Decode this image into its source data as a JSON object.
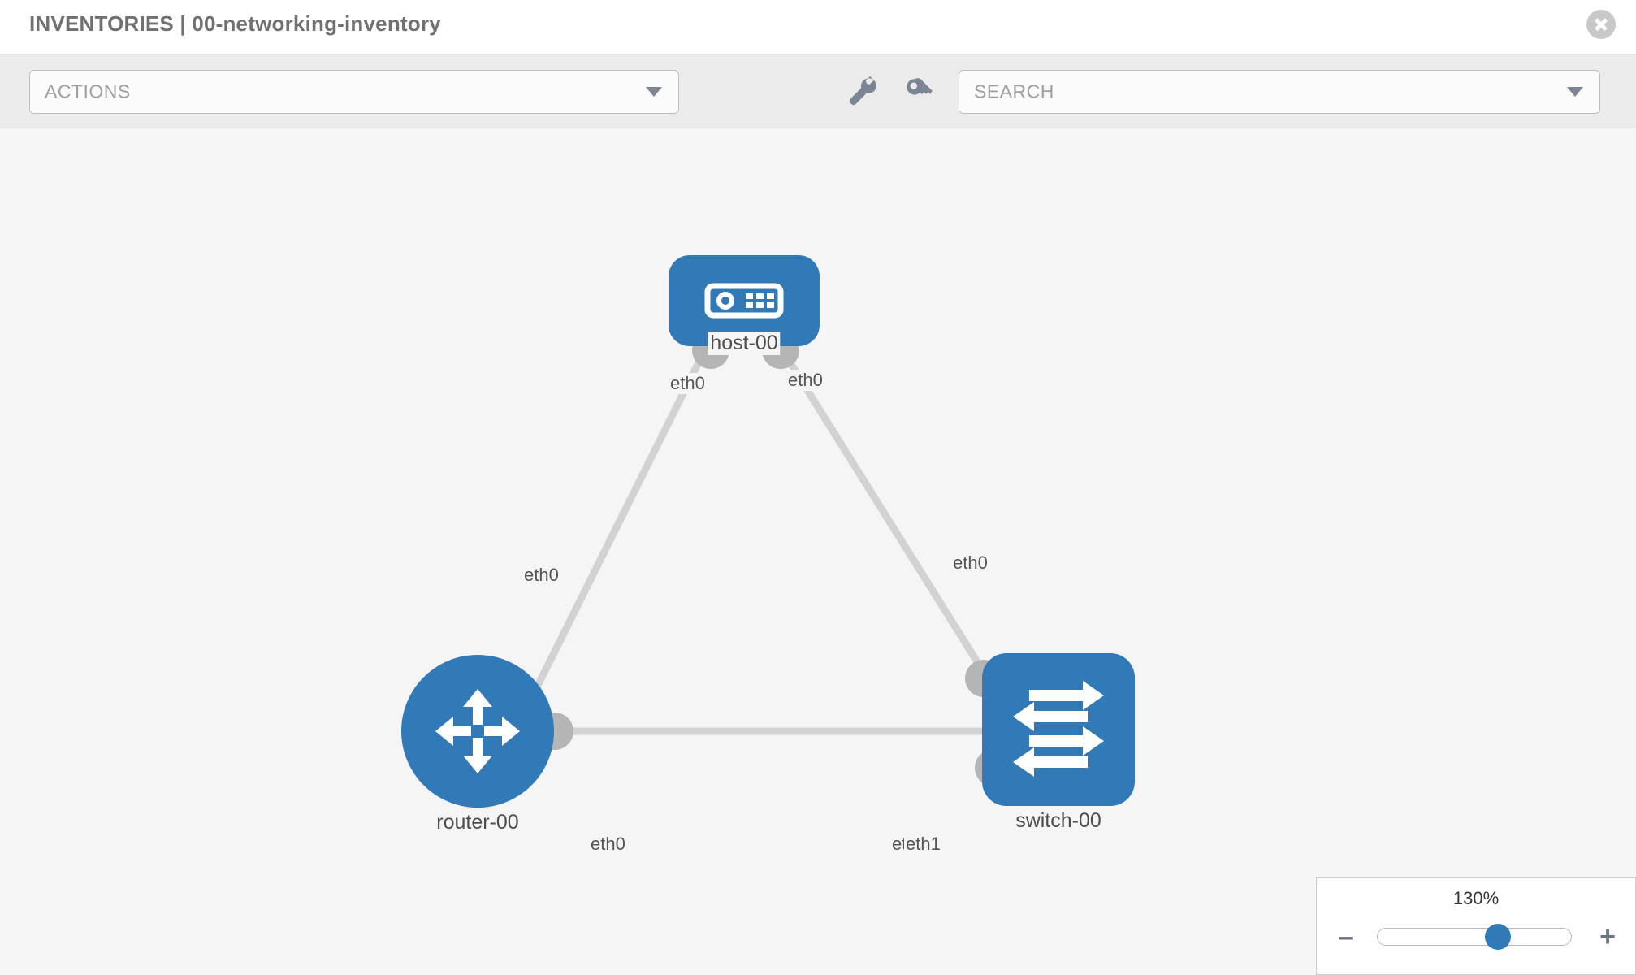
{
  "header": {
    "title": "INVENTORIES | 00-networking-inventory",
    "close_label": "×"
  },
  "toolbar": {
    "actions_label": "ACTIONS",
    "search_placeholder": "SEARCH",
    "wrench_icon": "wrench-icon",
    "key_icon": "key-icon",
    "caret_icon": "chevron-down-icon"
  },
  "topology": {
    "nodes": [
      {
        "id": "host-00",
        "label": "host-00",
        "type": "host",
        "shape": "rounded-rect",
        "icon": "server-icon"
      },
      {
        "id": "router-00",
        "label": "router-00",
        "type": "router",
        "shape": "circle",
        "icon": "router-arrows-icon"
      },
      {
        "id": "switch-00",
        "label": "switch-00",
        "type": "switch",
        "shape": "rounded-square",
        "icon": "switch-arrows-icon"
      }
    ],
    "links": [
      {
        "from": "host-00",
        "from_if": "eth0",
        "to": "router-00",
        "to_if": "eth0"
      },
      {
        "from": "host-00",
        "from_if": "eth0",
        "to": "switch-00",
        "to_if": "eth0"
      },
      {
        "from": "router-00",
        "from_if": "eth0",
        "to": "switch-00",
        "to_if": "eth1"
      }
    ],
    "interface_labels": {
      "host_left": "eth0",
      "host_right": "eth0",
      "router_up": "eth0",
      "router_right": "eth0",
      "switch_up": "eth0",
      "switch_left_a": "eth0",
      "switch_left_b": "eth1"
    }
  },
  "zoom_control": {
    "value": "130%",
    "minus_label": "–",
    "plus_label": "+"
  },
  "colors": {
    "node_blue": "#3279b7",
    "canvas_bg": "#f5f5f5",
    "toolbar_bg": "#ebebeb",
    "edge_gray": "#d2d2d2",
    "port_gray": "#b5b5b5",
    "title_gray": "#707070"
  }
}
